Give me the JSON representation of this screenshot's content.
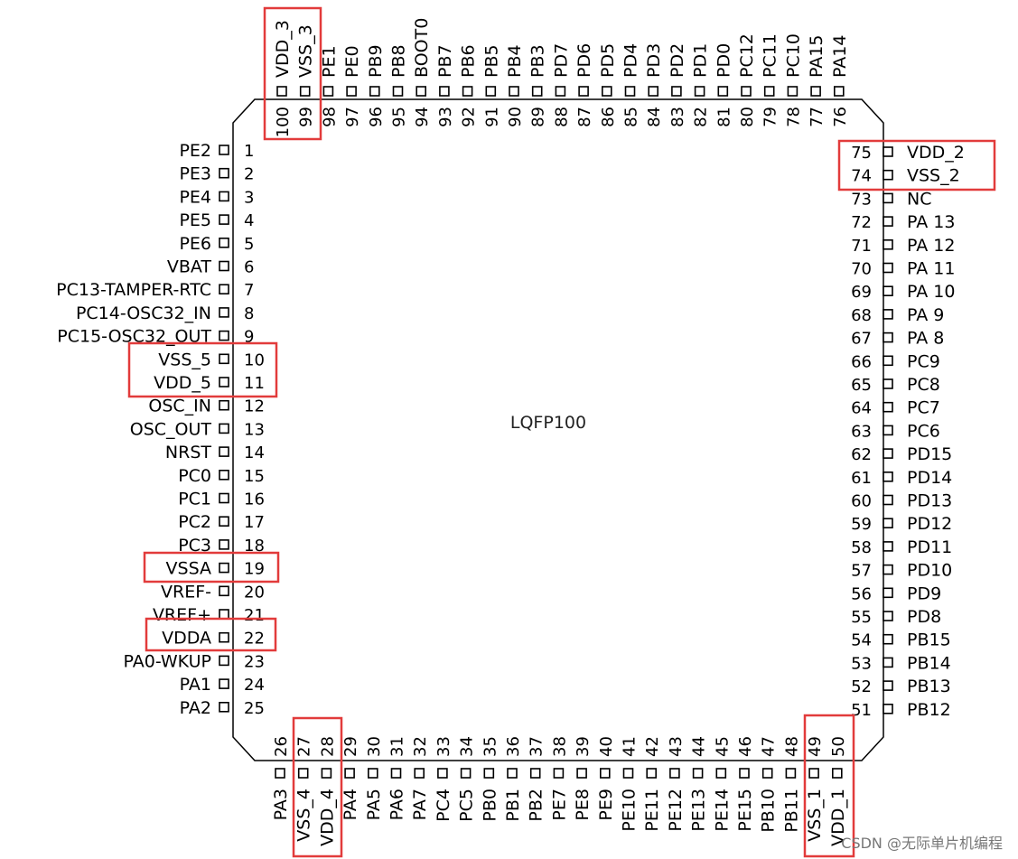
{
  "package_label": "LQFP100",
  "watermark": "CSDN @无际单片机编程",
  "highlight_color": "#e23b3b",
  "left_pins": [
    {
      "num": "1",
      "name": "PE2"
    },
    {
      "num": "2",
      "name": "PE3"
    },
    {
      "num": "3",
      "name": "PE4"
    },
    {
      "num": "4",
      "name": "PE5"
    },
    {
      "num": "5",
      "name": "PE6"
    },
    {
      "num": "6",
      "name": "VBAT"
    },
    {
      "num": "7",
      "name": "PC13-TAMPER-RTC"
    },
    {
      "num": "8",
      "name": "PC14-OSC32_IN"
    },
    {
      "num": "9",
      "name": "PC15-OSC32_OUT"
    },
    {
      "num": "10",
      "name": "VSS_5"
    },
    {
      "num": "11",
      "name": "VDD_5"
    },
    {
      "num": "12",
      "name": "OSC_IN"
    },
    {
      "num": "13",
      "name": "OSC_OUT"
    },
    {
      "num": "14",
      "name": "NRST"
    },
    {
      "num": "15",
      "name": "PC0"
    },
    {
      "num": "16",
      "name": "PC1"
    },
    {
      "num": "17",
      "name": "PC2"
    },
    {
      "num": "18",
      "name": "PC3"
    },
    {
      "num": "19",
      "name": "VSSA"
    },
    {
      "num": "20",
      "name": "VREF-"
    },
    {
      "num": "21",
      "name": "VREF+"
    },
    {
      "num": "22",
      "name": "VDDA"
    },
    {
      "num": "23",
      "name": "PA0-WKUP"
    },
    {
      "num": "24",
      "name": "PA1"
    },
    {
      "num": "25",
      "name": "PA2"
    }
  ],
  "bottom_pins": [
    {
      "num": "26",
      "name": "PA3"
    },
    {
      "num": "27",
      "name": "VSS_4"
    },
    {
      "num": "28",
      "name": "VDD_4"
    },
    {
      "num": "29",
      "name": "PA4"
    },
    {
      "num": "30",
      "name": "PA5"
    },
    {
      "num": "31",
      "name": "PA6"
    },
    {
      "num": "32",
      "name": "PA7"
    },
    {
      "num": "33",
      "name": "PC4"
    },
    {
      "num": "34",
      "name": "PC5"
    },
    {
      "num": "35",
      "name": "PB0"
    },
    {
      "num": "36",
      "name": "PB1"
    },
    {
      "num": "37",
      "name": "PB2"
    },
    {
      "num": "38",
      "name": "PE7"
    },
    {
      "num": "39",
      "name": "PE8"
    },
    {
      "num": "40",
      "name": "PE9"
    },
    {
      "num": "41",
      "name": "PE10"
    },
    {
      "num": "42",
      "name": "PE11"
    },
    {
      "num": "43",
      "name": "PE12"
    },
    {
      "num": "44",
      "name": "PE13"
    },
    {
      "num": "45",
      "name": "PE14"
    },
    {
      "num": "46",
      "name": "PE15"
    },
    {
      "num": "47",
      "name": "PB10"
    },
    {
      "num": "48",
      "name": "PB11"
    },
    {
      "num": "49",
      "name": "VSS_1"
    },
    {
      "num": "50",
      "name": "VDD_1"
    }
  ],
  "right_pins": [
    {
      "num": "75",
      "name": "VDD_2"
    },
    {
      "num": "74",
      "name": "VSS_2"
    },
    {
      "num": "73",
      "name": "NC"
    },
    {
      "num": "72",
      "name": "PA 13"
    },
    {
      "num": "71",
      "name": "PA 12"
    },
    {
      "num": "70",
      "name": "PA 11"
    },
    {
      "num": "69",
      "name": "PA 10"
    },
    {
      "num": "68",
      "name": "PA 9"
    },
    {
      "num": "67",
      "name": "PA 8"
    },
    {
      "num": "66",
      "name": "PC9"
    },
    {
      "num": "65",
      "name": "PC8"
    },
    {
      "num": "64",
      "name": "PC7"
    },
    {
      "num": "63",
      "name": "PC6"
    },
    {
      "num": "62",
      "name": "PD15"
    },
    {
      "num": "61",
      "name": "PD14"
    },
    {
      "num": "60",
      "name": "PD13"
    },
    {
      "num": "59",
      "name": "PD12"
    },
    {
      "num": "58",
      "name": "PD11"
    },
    {
      "num": "57",
      "name": "PD10"
    },
    {
      "num": "56",
      "name": "PD9"
    },
    {
      "num": "55",
      "name": "PD8"
    },
    {
      "num": "54",
      "name": "PB15"
    },
    {
      "num": "53",
      "name": "PB14"
    },
    {
      "num": "52",
      "name": "PB13"
    },
    {
      "num": "51",
      "name": "PB12"
    }
  ],
  "top_pins": [
    {
      "num": "100",
      "name": "VDD_3"
    },
    {
      "num": "99",
      "name": "VSS_3"
    },
    {
      "num": "98",
      "name": "PE1"
    },
    {
      "num": "97",
      "name": "PE0"
    },
    {
      "num": "96",
      "name": "PB9"
    },
    {
      "num": "95",
      "name": "PB8"
    },
    {
      "num": "94",
      "name": "BOOT0"
    },
    {
      "num": "93",
      "name": "PB7"
    },
    {
      "num": "92",
      "name": "PB6"
    },
    {
      "num": "91",
      "name": "PB5"
    },
    {
      "num": "90",
      "name": "PB4"
    },
    {
      "num": "89",
      "name": "PB3"
    },
    {
      "num": "88",
      "name": "PD7"
    },
    {
      "num": "87",
      "name": "PD6"
    },
    {
      "num": "86",
      "name": "PD5"
    },
    {
      "num": "85",
      "name": "PD4"
    },
    {
      "num": "84",
      "name": "PD3"
    },
    {
      "num": "83",
      "name": "PD2"
    },
    {
      "num": "82",
      "name": "PD1"
    },
    {
      "num": "81",
      "name": "PD0"
    },
    {
      "num": "80",
      "name": "PC12"
    },
    {
      "num": "79",
      "name": "PC11"
    },
    {
      "num": "78",
      "name": "PC10"
    },
    {
      "num": "77",
      "name": "PA15"
    },
    {
      "num": "76",
      "name": "PA14"
    }
  ]
}
